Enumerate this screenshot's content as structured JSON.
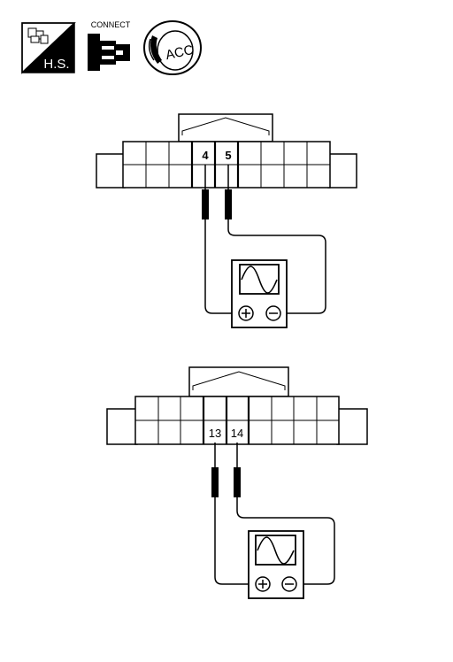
{
  "icons": {
    "hs_label": "H.S.",
    "connect_label": "CONNECT",
    "key_label": "ACC"
  },
  "connector_top": {
    "pin_a": "4",
    "pin_b": "5"
  },
  "connector_bottom": {
    "pin_a": "13",
    "pin_b": "14"
  },
  "meter": {
    "plus_symbol": "+",
    "minus_symbol": "−"
  },
  "colors": {
    "line": "#000000",
    "background": "#ffffff"
  }
}
